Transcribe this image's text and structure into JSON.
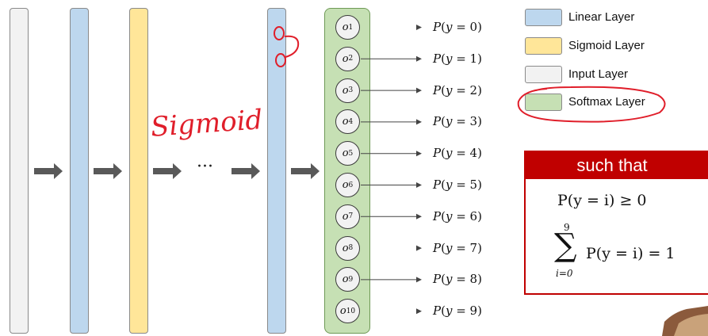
{
  "layers": [
    {
      "name": "input-layer-bar",
      "color": "#f2f2f2"
    },
    {
      "name": "linear-layer-bar-1",
      "color": "#bdd7ee"
    },
    {
      "name": "sigmoid-layer-bar",
      "color": "#ffe699"
    },
    {
      "name": "linear-layer-bar-2",
      "color": "#bdd7ee"
    }
  ],
  "ellipsis": "···",
  "neurons": [
    {
      "sym": "o",
      "sub": "1"
    },
    {
      "sym": "o",
      "sub": "2"
    },
    {
      "sym": "o",
      "sub": "3"
    },
    {
      "sym": "o",
      "sub": "4"
    },
    {
      "sym": "o",
      "sub": "5"
    },
    {
      "sym": "o",
      "sub": "6"
    },
    {
      "sym": "o",
      "sub": "7"
    },
    {
      "sym": "o",
      "sub": "8"
    },
    {
      "sym": "o",
      "sub": "9"
    },
    {
      "sym": "o",
      "sub": "10"
    }
  ],
  "outputs": [
    "P(y = 0)",
    "P(y = 1)",
    "P(y = 2)",
    "P(y = 3)",
    "P(y = 4)",
    "P(y = 5)",
    "P(y = 6)",
    "P(y = 7)",
    "P(y = 8)",
    "P(y = 9)"
  ],
  "legend": [
    {
      "label": "Linear Layer",
      "color": "#bdd7ee"
    },
    {
      "label": "Sigmoid Layer",
      "color": "#ffe699"
    },
    {
      "label": "Input Layer",
      "color": "#f2f2f2"
    },
    {
      "label": "Softmax Layer",
      "color": "#c6e0b4"
    }
  ],
  "condition": {
    "header": "such that",
    "formula1": "P(y = i) ≥ 0",
    "sum_symbol": "∑",
    "sum_top": "9",
    "sum_bottom": "i=0",
    "formula2": "P(y = i) = 1"
  },
  "annotation": {
    "handwritten_text": "Sigmoid",
    "ink_color": "#e01e2a"
  }
}
